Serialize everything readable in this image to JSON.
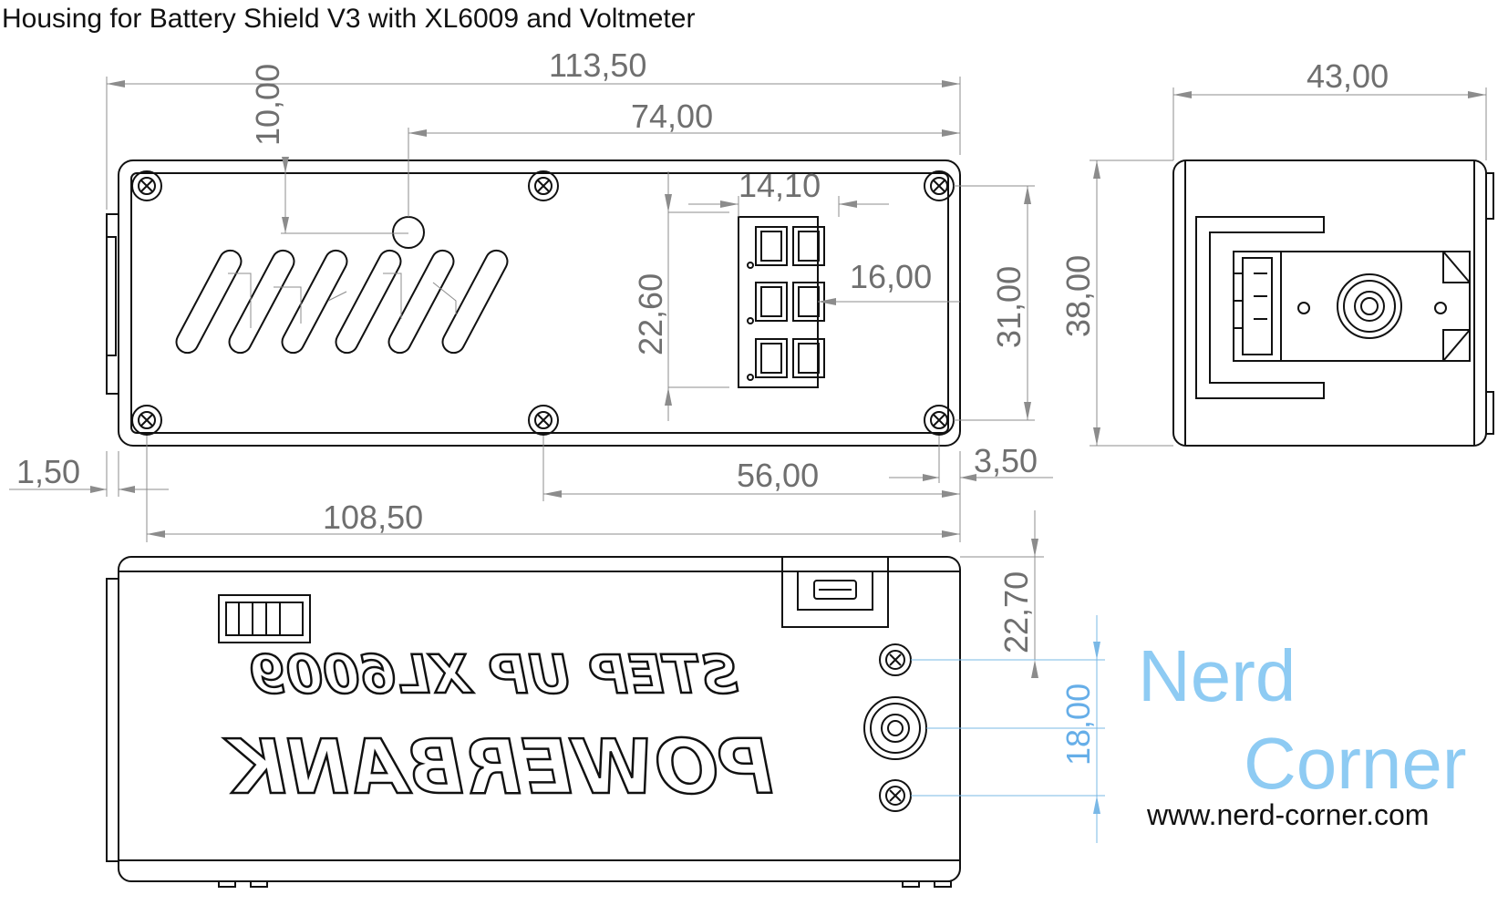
{
  "title": "Housing for Battery Shield V3 with XL6009 and Voltmeter",
  "dimensions": {
    "overall_length": "113,50",
    "hole_x_offset": "74,00",
    "led_y_offset": "10,00",
    "display_width": "14,10",
    "display_height": "22,60",
    "display_offset": "16,00",
    "hole_y_span": "31,00",
    "wall": "1,50",
    "bottom_hole_span": "56,00",
    "edge_hole": "3,50",
    "inner_length": "108,50",
    "side_width": "43,00",
    "side_height": "38,00",
    "end_height": "22,70",
    "switch_span": "18,00"
  },
  "label": {
    "line1": "STEP UP XL6009",
    "line2": "POWERBANK"
  },
  "brand": {
    "word1": "Nerd",
    "word2": "Corner",
    "url": "www.nerd-corner.com",
    "color": "#8ecbf3"
  }
}
